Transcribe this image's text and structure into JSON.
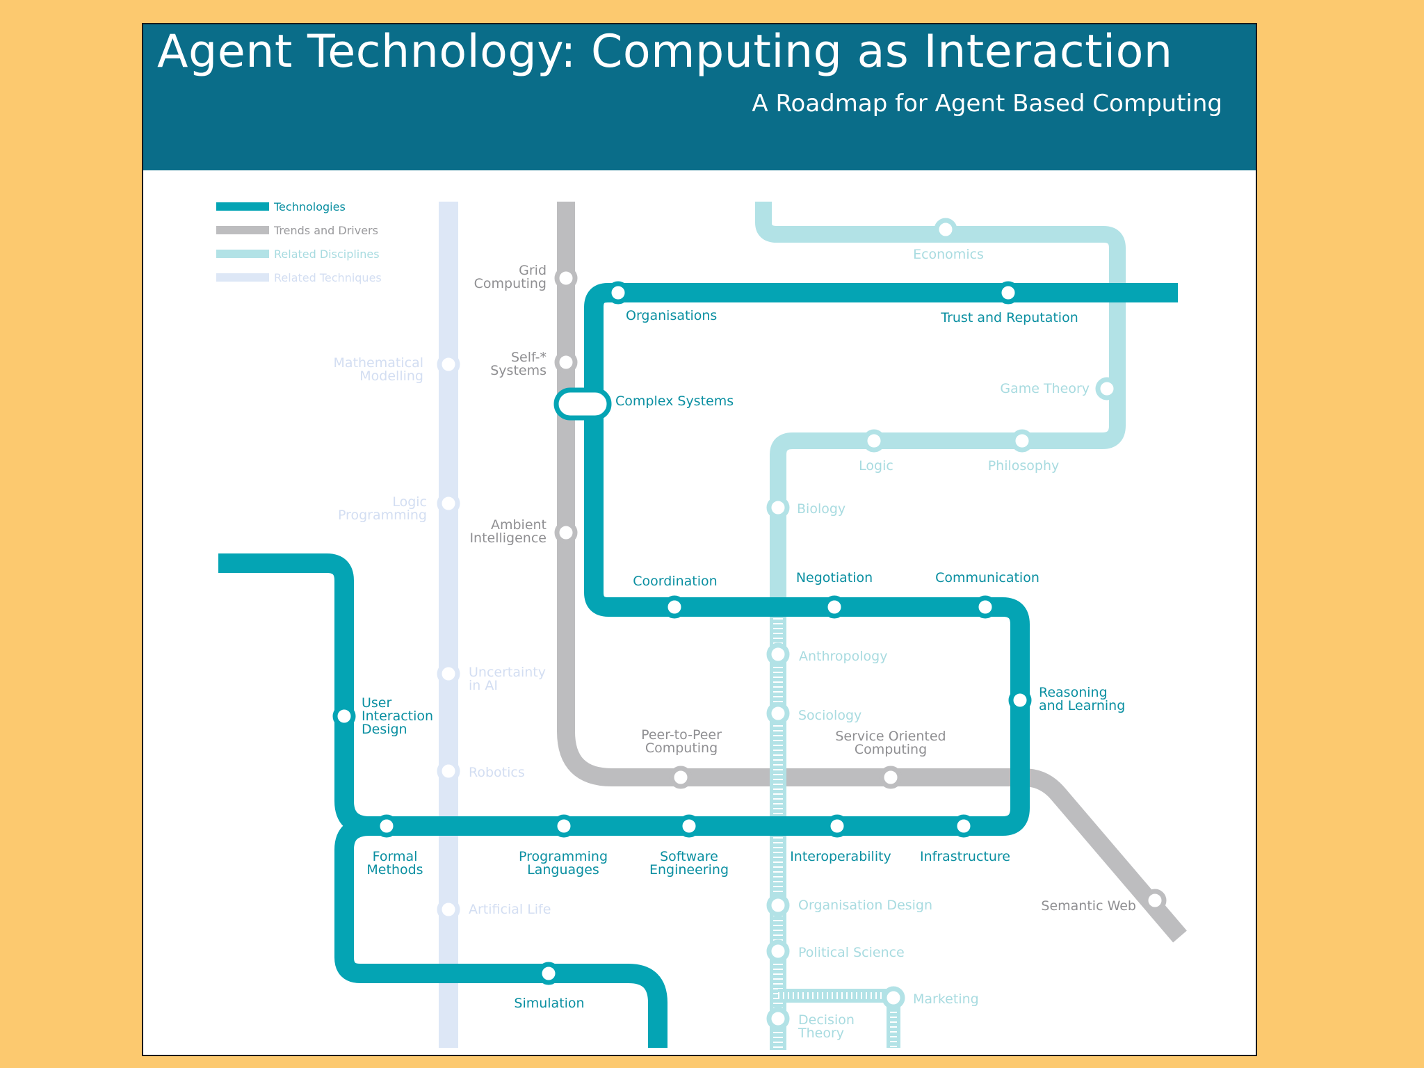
{
  "title": "Agent Technology: Computing as Interaction",
  "subtitle": "A Roadmap for Agent Based Computing",
  "colors": {
    "background": "#fcc96f",
    "banner": "#0a6d89",
    "technologies": "#04a4b4",
    "trends": "#bdbdbf",
    "disciplines": "#b2e2e6",
    "techniques": "#dde7f6"
  },
  "legend": [
    {
      "line": "technologies",
      "label": "Technologies"
    },
    {
      "line": "trends",
      "label": "Trends and Drivers"
    },
    {
      "line": "disciplines",
      "label": "Related Disciplines"
    },
    {
      "line": "techniques",
      "label": "Related Techniques"
    }
  ],
  "stations": {
    "grid_computing": [
      "Grid",
      "Computing"
    ],
    "self_systems": [
      "Self-*",
      "Systems"
    ],
    "ambient_intelligence": [
      "Ambient",
      "Intelligence"
    ],
    "peer_to_peer": [
      "Peer-to-Peer",
      "Computing"
    ],
    "service_oriented": [
      "Service Oriented",
      "Computing"
    ],
    "semantic_web": [
      "Semantic Web"
    ],
    "organisations": [
      "Organisations"
    ],
    "trust_reputation": [
      "Trust and Reputation"
    ],
    "complex_systems": [
      "Complex Systems"
    ],
    "coordination": [
      "Coordination"
    ],
    "negotiation": [
      "Negotiation"
    ],
    "communication": [
      "Communication"
    ],
    "reasoning_learning": [
      "Reasoning",
      "and Learning"
    ],
    "user_interaction": [
      "User",
      "Interaction",
      "Design"
    ],
    "formal_methods": [
      "Formal",
      "Methods"
    ],
    "programming_languages": [
      "Programming",
      "Languages"
    ],
    "software_engineering": [
      "Software",
      "Engineering"
    ],
    "interoperability": [
      "Interoperability"
    ],
    "infrastructure": [
      "Infrastructure"
    ],
    "simulation": [
      "Simulation"
    ],
    "economics": [
      "Economics"
    ],
    "game_theory": [
      "Game Theory"
    ],
    "logic": [
      "Logic"
    ],
    "philosophy": [
      "Philosophy"
    ],
    "biology": [
      "Biology"
    ],
    "anthropology": [
      "Anthropology"
    ],
    "sociology": [
      "Sociology"
    ],
    "organisation_design": [
      "Organisation Design"
    ],
    "political_science": [
      "Political Science"
    ],
    "marketing": [
      "Marketing"
    ],
    "decision_theory": [
      "Decision",
      "Theory"
    ],
    "mathematical_modelling": [
      "Mathematical",
      "Modelling"
    ],
    "logic_programming": [
      "Logic",
      "Programming"
    ],
    "uncertainty_ai": [
      "Uncertainty",
      "in AI"
    ],
    "robotics": [
      "Robotics"
    ],
    "artificial_life": [
      "Artificial Life"
    ]
  }
}
